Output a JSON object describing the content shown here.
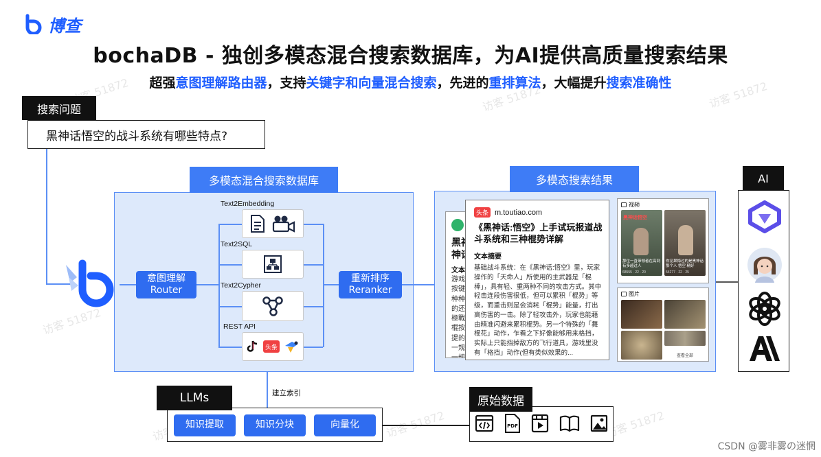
{
  "brand": {
    "name": "博查"
  },
  "title": "bochaDB - 独创多模态混合搜索数据库，为AI提供高质量搜索结果",
  "subtitle": {
    "p1": "超强",
    "h1": "意图理解路由器",
    "p2": "，支持",
    "h2": "关键字和向量混合搜索",
    "p3": "，先进的",
    "h3": "重排算法",
    "p4": "，大幅提升",
    "h4": "搜索准确性"
  },
  "query": {
    "label": "搜索问题",
    "text": "黑神话悟空的战斗系统有哪些特点?"
  },
  "db": {
    "label": "多模态混合搜索数据库",
    "router": {
      "line1": "意图理解",
      "line2": "Router"
    },
    "reranker": {
      "line1": "重新排序",
      "line2": "Reranker"
    },
    "routes": [
      {
        "label": "Text2Embedding",
        "icons": [
          "document-icon",
          "video-camera-icon"
        ]
      },
      {
        "label": "Text2SQL",
        "icons": [
          "table-schema-icon"
        ]
      },
      {
        "label": "Text2Cypher",
        "icons": [
          "graph-icon"
        ]
      },
      {
        "label": "REST API",
        "icons": [
          "tiktok-icon",
          "toutiao-icon",
          "bird-app-icon"
        ]
      }
    ]
  },
  "results": {
    "label": "多模态搜索结果",
    "back_card": {
      "title_line1": "黑神",
      "title_line2": "神话",
      "section": "文本",
      "lines": [
        "游戏",
        "按键",
        "种种",
        "的还",
        "極戰",
        "棍按",
        "提的",
        "一规",
        "一规"
      ]
    },
    "article": {
      "source_badge": "头条",
      "source_url": "m.toutiao.com",
      "title": "《黑神话:悟空》上手试玩报道战斗系统和三种棍势详解",
      "summary_label": "文本摘要",
      "body": "基础战斗系统：在《黑神话:悟空》里，玩家操作的「天命人」所使用的主武器是「棍棒」，具有轻、重两种不同的攻击方式。其中轻击连段伤害很低，但可以累积「棍势」等级，而重击则是会消耗「棍势」能量，打出高伤害的一击。除了轻攻击外，玩家也能藉由精准闪避来累积棍势。另一个特殊的「舞棍花」动作，乍看之下好像能够用来格挡，实际上只能挡掉敌方的飞行道具，游戏里没有「格挡」动作(但有类似效果的..."
    },
    "video": {
      "label": "视频",
      "thumb1_title": "黑神话悟空",
      "thumb1_caption": "那位一直带领者在高到 有多超过人",
      "thumb2_caption": "你见果悔过的是黑神话 那个人 悟空 精好",
      "thumb1_stats": "68555 · 22 · 20",
      "thumb2_stats": "54277 · 22 · 25"
    },
    "images": {
      "label": "图片",
      "more": "查看全部"
    }
  },
  "ai": {
    "label": "AI",
    "icons": [
      "qwen-icon",
      "avatar-assistant-icon",
      "openai-icon",
      "anthropic-icon"
    ]
  },
  "llms": {
    "label": "LLMs",
    "buttons": [
      "知识提取",
      "知识分块",
      "向量化"
    ]
  },
  "index_label": "建立索引",
  "raw": {
    "label": "原始数据",
    "icons": [
      "code-file-icon",
      "pdf-file-icon",
      "video-file-icon",
      "book-icon",
      "image-file-icon"
    ]
  },
  "watermark": "访客 51872",
  "credit": "CSDN @雾非雾の迷惘",
  "colors": {
    "accent": "#1f5eff",
    "panel_bg": "#dde9fb",
    "panel_border": "#5b8ff5",
    "pill": "#2f6cf0"
  }
}
